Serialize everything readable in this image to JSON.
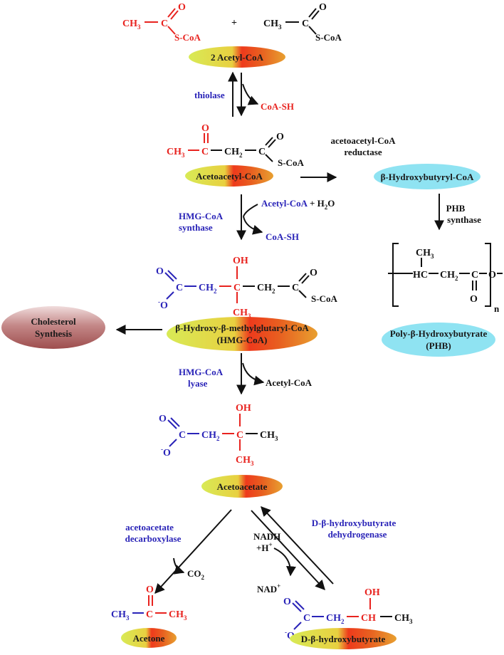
{
  "nodes": {
    "acetyl_coa": "2 Acetyl-CoA",
    "acetoacetyl_coa": "Acetoacetyl-CoA",
    "hydroxybutyryl_coa": "β-Hydroxybutyryl-CoA",
    "hmg_coa_line1": "β-Hydroxy-β-methylglutaryl-CoA",
    "hmg_coa_line2": "(HMG-CoA)",
    "cholesterol_line1": "Cholesterol",
    "cholesterol_line2": "Synthesis",
    "phb_line1": "Poly-β-Hydroxybutyrate",
    "phb_line2": "(PHB)",
    "acetoacetate": "Acetoacetate",
    "acetone": "Acetone",
    "d_hydroxybutyrate": "D-β-hydroxybutyrate"
  },
  "enzymes": {
    "thiolase": "thiolase",
    "acetoacetyl_reductase_line1": "acetoacetyl-CoA",
    "acetoacetyl_reductase_line2": "reductase",
    "hmg_synthase_line1": "HMG-CoA",
    "hmg_synthase_line2": "synthase",
    "phb_synthase_line1": "PHB",
    "phb_synthase_line2": "synthase",
    "hmg_lyase_line1": "HMG-CoA",
    "hmg_lyase_line2": "lyase",
    "decarboxylase_line1": "acetoacetate",
    "decarboxylase_line2": "decarboxylase",
    "dehydrogenase_line1": "D-β-hydroxybutyrate",
    "dehydrogenase_line2": "dehydrogenase"
  },
  "cofactors": {
    "coa_sh_1": "CoA-SH",
    "acetyl_coa_in": "Acetyl-CoA",
    "plus_h2o": "+ H",
    "h2o_sub": "2",
    "h2o_o": "O",
    "coa_sh_2": "CoA-SH",
    "acetyl_coa_out": "Acetyl-CoA",
    "nadh": "NADH",
    "h_plus": "+H",
    "plus_sup": "+",
    "nad": "NAD",
    "co2": "CO",
    "co2_sub": "2"
  },
  "chem": {
    "ch3": "CH",
    "sub3": "3",
    "c": "C",
    "o": "O",
    "scoa": "S-CoA",
    "plus": "+",
    "ch2": "CH",
    "sub2": "2",
    "oh": "OH",
    "minus_o": "-",
    "hc": "HC",
    "n": "n"
  },
  "colors": {
    "red": "#e8231f",
    "blue": "#2a24b8",
    "black": "#111111",
    "cyan": "#8fe3f2",
    "ellipse_yellow": "#d9e84a",
    "ellipse_orange": "#e85a1a",
    "cholesterol": "#b86a6a"
  }
}
